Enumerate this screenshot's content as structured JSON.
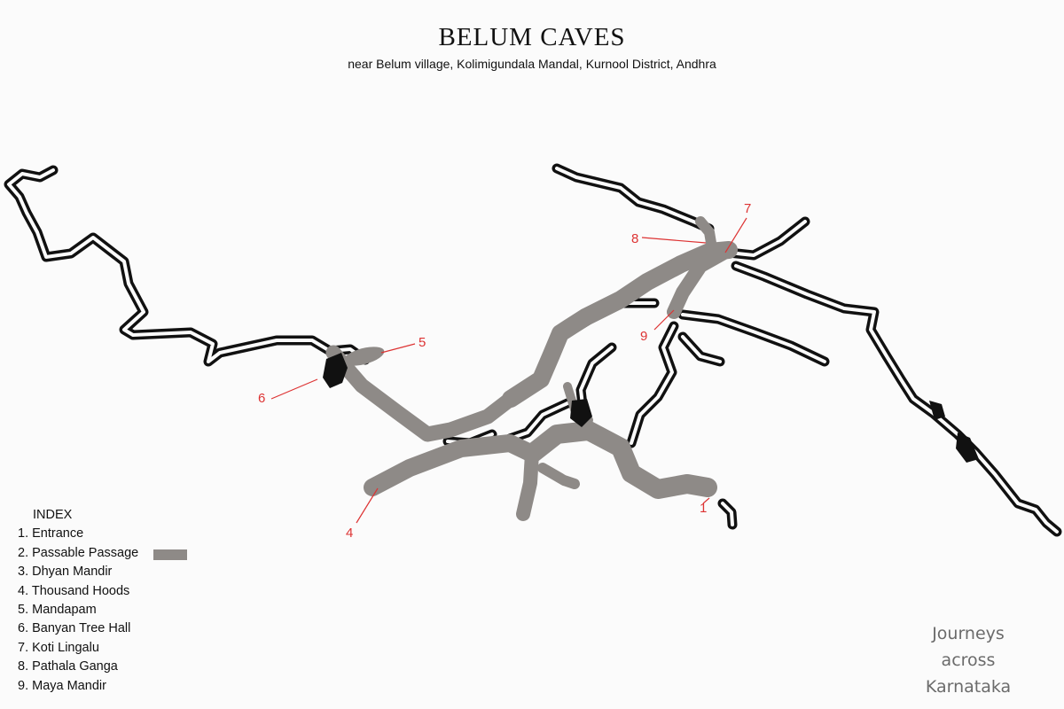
{
  "map": {
    "title": "BELUM CAVES",
    "subtitle": "near Belum village, Kolimigundala Mandal, Kurnool District, Andhra",
    "passage_color": "#8e8a87",
    "outline_color": "#111111",
    "label_color": "#dd3333"
  },
  "labels": [
    "1",
    "4",
    "5",
    "6",
    "7",
    "8",
    "9"
  ],
  "legend": {
    "heading": "INDEX",
    "items": [
      "1. Entrance",
      "2. Passable Passage",
      "3. Dhyan Mandir",
      "4. Thousand Hoods",
      "5. Mandapam",
      "6. Banyan Tree Hall",
      "7. Koti Lingalu",
      "8. Pathala Ganga",
      "9. Maya Mandir"
    ]
  },
  "credit": [
    "Journeys",
    "across",
    "Karnataka"
  ]
}
